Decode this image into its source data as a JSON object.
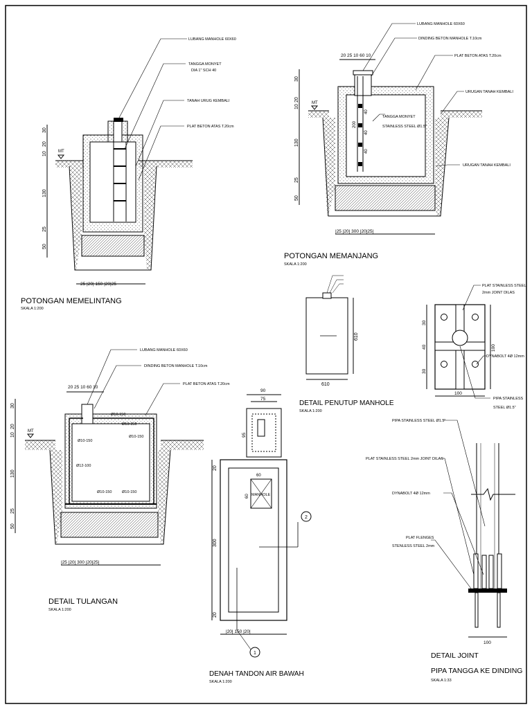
{
  "titles": {
    "melintang": "POTONGAN MEMELINTANG",
    "memanjang": "POTONGAN MEMANJANG",
    "tulangan": "DETAIL TULANGAN",
    "penutup": "DETAIL PENUTUP MANHOLE",
    "denah": "DENAH TANDON AIR BAWAH",
    "joint1": "DETAIL JOINT",
    "joint2": "PIPA TANGGA KE DINDING"
  },
  "scales": {
    "s200": "SKALA 1:200",
    "s33": "SKALA 1:33"
  },
  "labels": {
    "lubang": "LUBANG MANHOLE 60X60",
    "tangga": "TANGGA MONYET",
    "tangga_dia": "DIA 1\" SCH 40",
    "tanah_urug": "TANAH URUG KEMBALI",
    "plat_atas": "PLAT BETON ATAS T.20cm",
    "dinding": "DINDING BETON MANHOLE T.10cm",
    "urugan": "URUGAN TANAH KEMBALI",
    "tangga_ss": "TANGGA MONYET",
    "tangga_ss2": "STAINLESS STEEL Ø1.5\"",
    "plat_ss": "PLAT STAINLESS STEEL",
    "plat_ss2": "2mm JOINT DILAS",
    "dynabolt": "DYNABOLT 4Ø 12mm",
    "pipa_ss": "PIPA STAINLESS",
    "pipa_ss2": "STEEL Ø1.5\"",
    "pipa_j": "PIPA STAINLESS STEEL Ø1.5\"",
    "plat_j": "PLAT STAINLESS STEEL 2mm JOINT DILAS",
    "dyna_j": "DYNABOLT 4Ø 12mm",
    "flenges1": "PLAT FLENGES",
    "flenges2": "STENLESS STEEL 2mm",
    "mt": "MT",
    "manhole": "MANHOLE",
    "r10_150": "Ø10-150",
    "r12_100": "Ø12-100"
  },
  "dims": {
    "d50": "50",
    "d25": "25",
    "d130": "130",
    "d20": "20",
    "d30": "30",
    "d10": "10",
    "d25b": "25",
    "d40": "40",
    "d60": "60",
    "d90": "90",
    "d75": "75",
    "d95": "95",
    "d100": "100",
    "d150": "150",
    "d300": "300",
    "d610": "610",
    "d200": "200",
    "b_melintang": "25 |20|    150    |20|25",
    "b_memanjang": "|25 |20|                    300                    |20|25|",
    "top_dims": "20 25 10   60   10",
    "denah_bot": "|20|    150    |20|"
  },
  "callouts": {
    "c1": "1",
    "c2": "2"
  }
}
